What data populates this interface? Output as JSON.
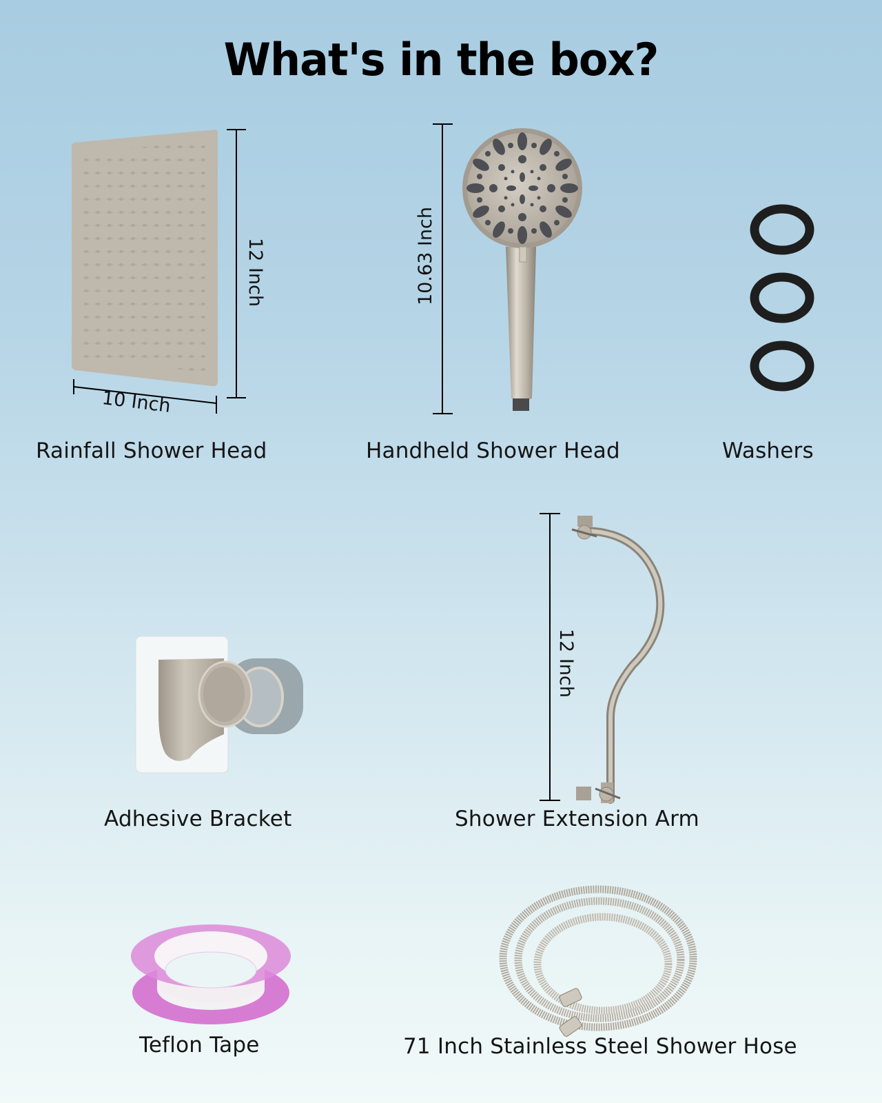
{
  "title": "What's in the box?",
  "colors": {
    "background_top": "#a8cce1",
    "background_bottom": "#f1f9f9",
    "metal": "#bdb5aa",
    "washer": "#1e1e1e",
    "tape": "#d97ad6",
    "text": "#111111"
  },
  "items": [
    {
      "name": "Rainfall Shower Head",
      "dimensions": {
        "height": "12 Inch",
        "width": "10 Inch"
      }
    },
    {
      "name": "Handheld Shower Head",
      "dimensions": {
        "height": "10.63 Inch"
      }
    },
    {
      "name": "Washers",
      "quantity": 3
    },
    {
      "name": "Adhesive Bracket"
    },
    {
      "name": "Shower Extension Arm",
      "dimensions": {
        "height": "12 Inch"
      }
    },
    {
      "name": "Teflon Tape"
    },
    {
      "name": "71 Inch Stainless Steel Shower Hose"
    }
  ]
}
